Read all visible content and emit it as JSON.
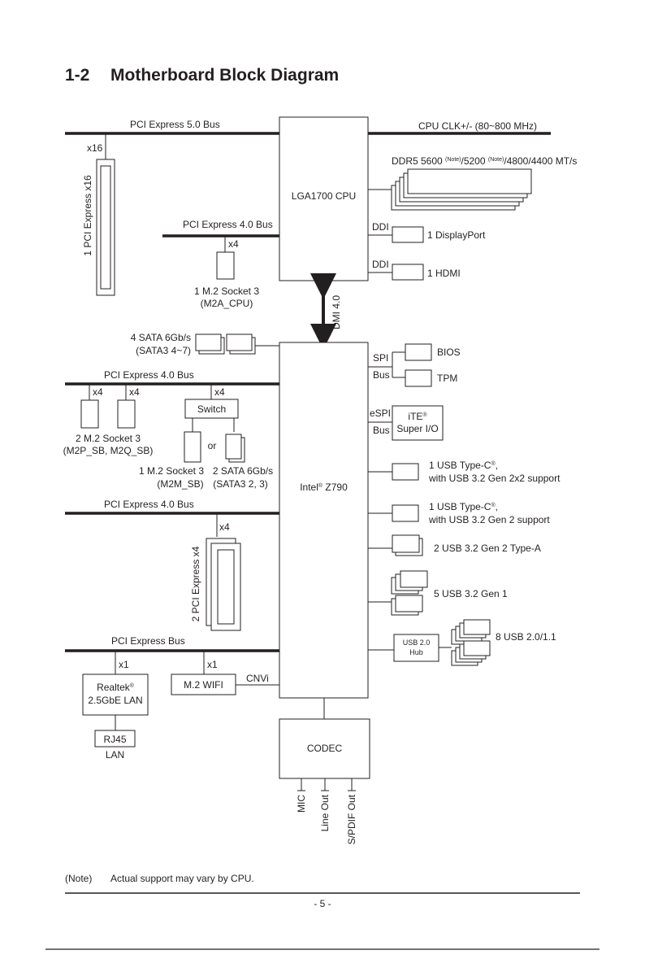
{
  "heading": {
    "number": "1-2",
    "title": "Motherboard Block Diagram"
  },
  "cpu": {
    "label": "LGA1700 CPU",
    "clk": "CPU CLK+/- (80~800 MHz)"
  },
  "memory": {
    "pre": "DDR5 5600 ",
    "note1": "(Note)",
    "mid": "/5200 ",
    "note2": "(Note)",
    "post": "/4800/4400 MT/s"
  },
  "pcie5": {
    "bus": "PCI Express 5.0 Bus",
    "lanes": "x16",
    "slot": "1 PCI Express x16"
  },
  "pcie4_cpu": {
    "bus": "PCI Express 4.0 Bus",
    "lanes": "x4",
    "line1": "1 M.2 Socket 3",
    "line2": "(M2A_CPU)"
  },
  "display": {
    "ddi1": "DDI",
    "dp": "1 DisplayPort",
    "ddi2": "DDI",
    "hdmi": "1 HDMI"
  },
  "dmi": "DMI 4.0",
  "sata_top": {
    "line1": "4 SATA 6Gb/s",
    "line2": "(SATA3 4~7)"
  },
  "pch": {
    "pre": "Intel",
    "reg": "®",
    "post": " Z790"
  },
  "spi": {
    "l1": "SPI",
    "l2": "Bus",
    "bios": "BIOS",
    "tpm": "TPM"
  },
  "espi": {
    "l1": "eSPI",
    "l2": "Bus",
    "ite": "iTE",
    "reg": "®",
    "sio": "Super I/O"
  },
  "pcie4_a": {
    "bus": "PCI Express 4.0 Bus",
    "x4a": "x4",
    "x4b": "x4",
    "x4c": "x4",
    "m2_line1": "2 M.2 Socket 3",
    "m2_line2": "(M2P_SB, M2Q_SB)",
    "switch": "Switch",
    "or": "or",
    "m2m_line1": "1 M.2 Socket 3",
    "m2m_line2": "(M2M_SB)",
    "sata_line1": "2 SATA 6Gb/s",
    "sata_line2": "(SATA3 2, 3)"
  },
  "pcie4_b": {
    "bus": "PCI Express 4.0 Bus",
    "lanes": "x4",
    "slot": "2 PCI Express x4"
  },
  "pcie_bus": {
    "bus": "PCI Express Bus",
    "x1a": "x1",
    "x1b": "x1",
    "realtek": "Realtek",
    "reg": "®",
    "lan": "2.5GbE LAN",
    "rj45": "RJ45",
    "lan_label": "LAN",
    "wifi": "M.2 WIFI",
    "cnvi": "CNVi"
  },
  "usb": {
    "c1_l1": "1 USB Type-C",
    "c1_reg": "®",
    "c1_comma": ",",
    "c1_l2": "with USB 3.2 Gen 2x2 support",
    "c2_l1": "1 USB Type-C",
    "c2_reg": "®",
    "c2_comma": ",",
    "c2_l2": "with USB 3.2 Gen 2 support",
    "a_gen2": "2 USB 3.2 Gen 2 Type-A",
    "gen1": "5 USB 3.2 Gen 1",
    "hub_l1": "USB 2.0",
    "hub_l2": "Hub",
    "usb2": "8 USB 2.0/1.1"
  },
  "codec": {
    "label": "CODEC",
    "mic": "MIC",
    "lineout": "Line Out",
    "spdif": "S/PDIF Out"
  },
  "note": {
    "label": "(Note)",
    "text": "Actual support may vary by CPU."
  },
  "page_number": "- 5 -"
}
